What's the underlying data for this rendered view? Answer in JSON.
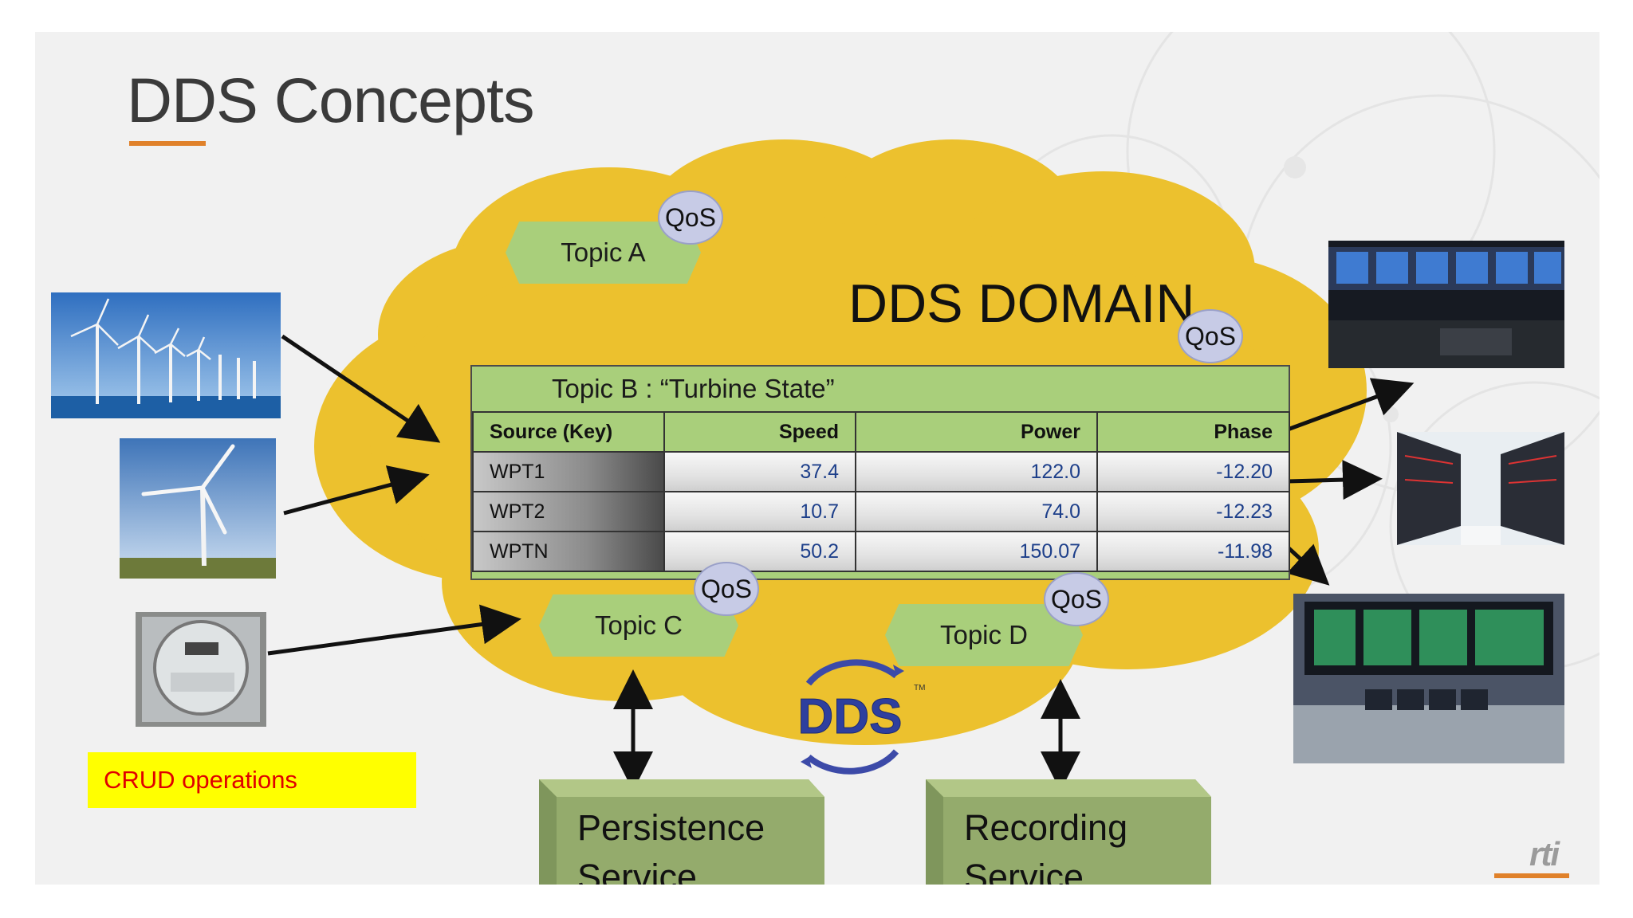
{
  "slide": {
    "title": "DDS Concepts",
    "domain_label": "DDS DOMAIN",
    "accent_color": "#e0812a",
    "cloud_color": "#ecc12e",
    "topic_color": "#a9cf7b"
  },
  "topics": {
    "a": "Topic A",
    "c": "Topic C",
    "d": "Topic D"
  },
  "qos_label": "QoS",
  "turbine_table": {
    "title": "Topic B : “Turbine State”",
    "headers": [
      "Source (Key)",
      "Speed",
      "Power",
      "Phase"
    ],
    "rows": [
      [
        "WPT1",
        "37.4",
        "122.0",
        "-12.20"
      ],
      [
        "WPT2",
        "10.7",
        "74.0",
        "-12.23"
      ],
      [
        "WPTN",
        "50.2",
        "150.07",
        "-11.98"
      ]
    ]
  },
  "services": {
    "persistence": "Persistence\nService",
    "recording": "Recording\nService"
  },
  "crud_label": "CRUD operations",
  "logo": {
    "dds": "DDS",
    "tm": "TM",
    "rti": "rti"
  },
  "images": [
    "offshore-wind-farm-photo",
    "wind-turbine-photo",
    "smart-meter-photo",
    "control-room-photo",
    "server-racks-photo",
    "grid-control-center-photo"
  ]
}
